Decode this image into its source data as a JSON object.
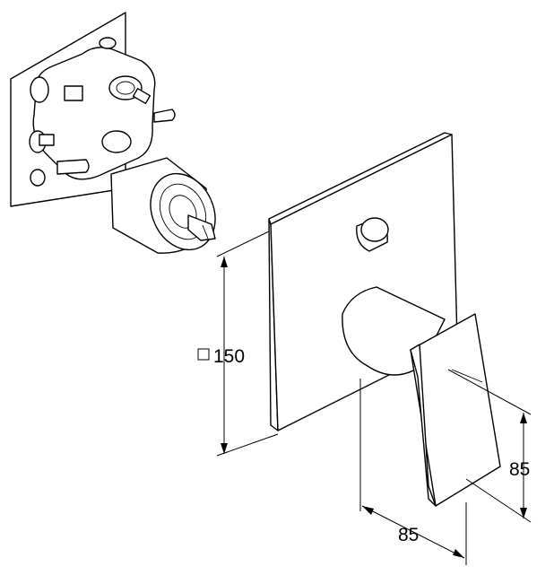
{
  "dimensions": {
    "plate_size": "150",
    "lever_height": "85",
    "lever_depth": "85"
  }
}
